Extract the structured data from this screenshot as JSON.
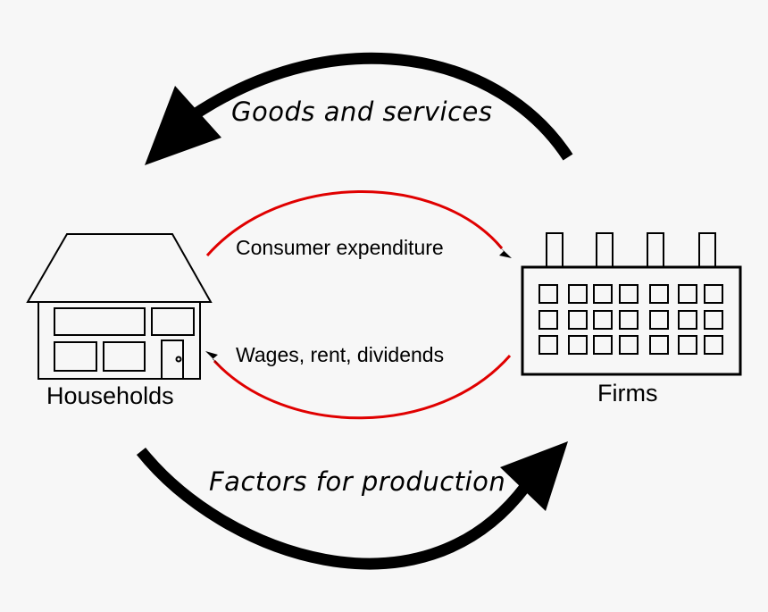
{
  "nodes": {
    "households": "Households",
    "firms": "Firms"
  },
  "flows": {
    "goods_and_services": "Goods and services",
    "consumer_expenditure": "Consumer expenditure",
    "wages_rent_dividends": "Wages, rent, dividends",
    "factors_for_production": "Factors for production"
  },
  "colors": {
    "real_flow": "#000000",
    "money_flow": "#e00000",
    "background": "#f7f7f7"
  }
}
